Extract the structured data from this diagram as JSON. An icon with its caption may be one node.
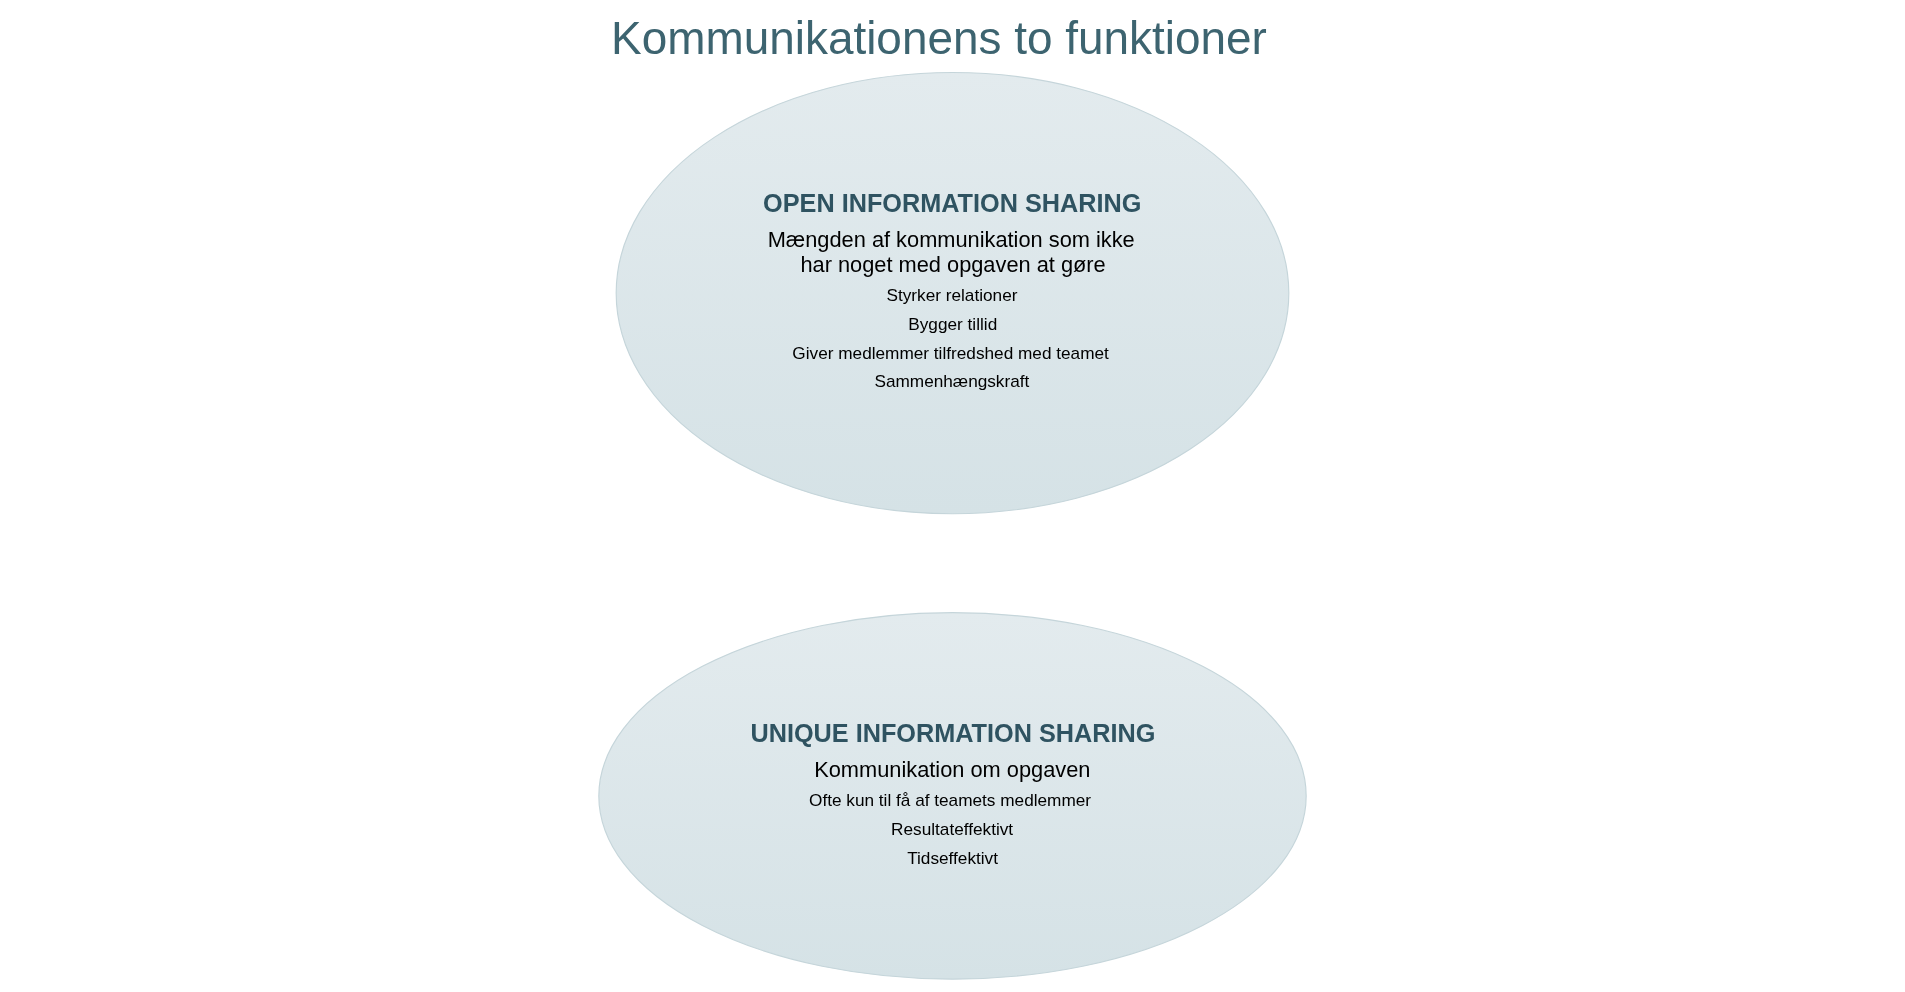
{
  "diagram": {
    "title": "Kommunikationens to funktioner",
    "nodes": [
      {
        "text": [
          "UNIQUE INFORMATION SHARING",
          "Kommunikation om opgaven",
          "Ofte kun til få af teamets medlemmer",
          "Resultateffektivt",
          "Tidseffektivt"
        ]
      },
      {
        "text": [
          "OPEN INFORMATION SHARING",
          "Mængden af kommunikation som ikke har noget med opgaven at gøre",
          "Styrker relationer",
          "Bygger tillid",
          "Giver medlemmer tilfredshed med teamet",
          "Sammenhængskraft"
        ]
      }
    ]
  }
}
